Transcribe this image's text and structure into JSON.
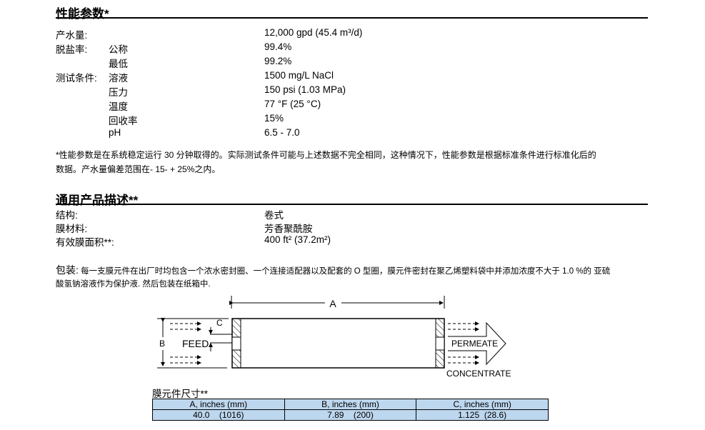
{
  "performance": {
    "title": "性能参数*",
    "rows": [
      {
        "label": "产水量:",
        "sub": "",
        "value": "12,000 gpd (45.4 m³/d)"
      },
      {
        "label": "脱盐率:",
        "sub": "公称",
        "value": "99.4%"
      },
      {
        "label": "",
        "sub": "最低",
        "value": "99.2%"
      },
      {
        "label": "测试条件:",
        "sub": "溶液",
        "value": "1500 mg/L NaCl"
      },
      {
        "label": "",
        "sub": "压力",
        "value": "150 psi (1.03 MPa)"
      },
      {
        "label": "",
        "sub": "温度",
        "value": "77 °F (25 °C)"
      },
      {
        "label": "",
        "sub": "回收率",
        "value": "15%"
      },
      {
        "label": "",
        "sub": "pH",
        "value": "6.5 - 7.0"
      }
    ],
    "note_line1": "*性能参数是在系统稳定运行 30 分钟取得的。实际测试条件可能与上述数据不完全相同，这种情况下，性能参数是根据标准条件进行标准化后的",
    "note_line2": "数据。产水量偏差范围在- 15- + 25%之内。"
  },
  "description": {
    "title": "通用产品描述**",
    "rows": [
      {
        "label": "结构:",
        "value": "卷式"
      },
      {
        "label": "膜材料:",
        "value": "芳香聚酰胺"
      },
      {
        "label": "有效膜面积**:",
        "value": "400 ft² (37.2m²)"
      }
    ]
  },
  "packaging": {
    "label": "包装:",
    "line1": "每一支膜元件在出厂时均包含一个浓水密封圈、一个连接适配器以及配套的 O 型圈，膜元件密封在聚乙烯塑料袋中并添加浓度不大于 1.0 %的 亚硫",
    "line2": "酸氢钠溶液作为保护液. 然后包装在纸箱中."
  },
  "diagram": {
    "a": "A",
    "b": "B",
    "c": "C",
    "feed": "FEED",
    "permeate": "PERMEATE",
    "concentrate": "CONCENTRATE"
  },
  "dimensions": {
    "title": "膜元件尺寸**",
    "headers": [
      "A, inches (mm)",
      "B, inches (mm)",
      "C, inches (mm)"
    ],
    "values": [
      "40.0    (1016)",
      "7.89    (200)",
      "1.125  (28.6)"
    ]
  }
}
